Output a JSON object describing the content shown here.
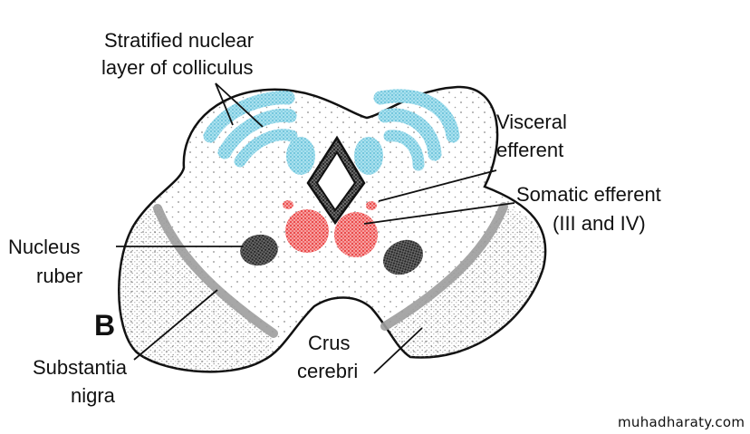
{
  "panel_letter": "B",
  "labels": {
    "stratified_line1": "Stratified nuclear",
    "stratified_line2": "layer of colliculus",
    "visceral_line1": "Visceral",
    "visceral_line2": "efferent",
    "somatic_line1": "Somatic efferent",
    "somatic_line2": "(III and IV)",
    "nucleus_line1": "Nucleus",
    "nucleus_line2": "ruber",
    "substantia_line1": "Substantia",
    "substantia_line2": "nigra",
    "crus_line1": "Crus",
    "crus_line2": "cerebri"
  },
  "watermark": "muhadharaty.com",
  "colors": {
    "colliculus_blue": "#6ec7dc",
    "efferent_red": "#ee3a3a",
    "nucleus_dark": "#3a3a3a",
    "outline": "#111111",
    "stipple": "#8a8a8a",
    "band_gray": "#b5b5b5"
  }
}
